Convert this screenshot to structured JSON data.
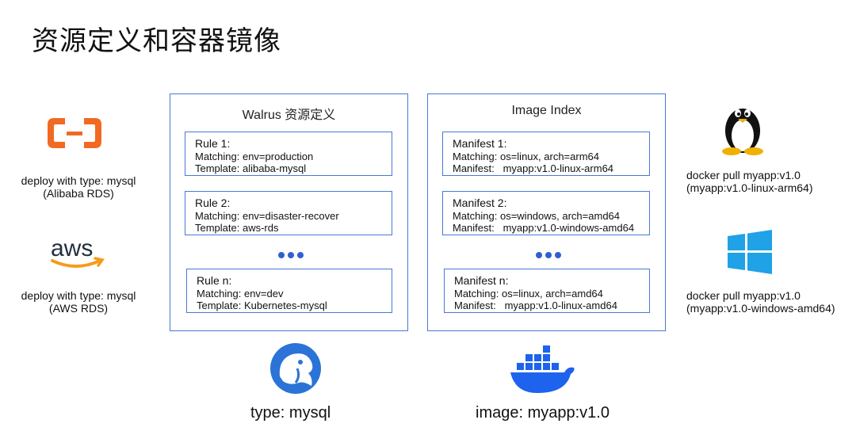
{
  "title": "资源定义和容器镜像",
  "left": {
    "alibaba": {
      "line1": "deploy with type: mysql",
      "line2": "(Alibaba RDS)"
    },
    "aws_logo_text": "aws",
    "aws": {
      "line1": "deploy with type: mysql",
      "line2": "(AWS RDS)"
    }
  },
  "walrus": {
    "title": "Walrus 资源定义",
    "rules": [
      {
        "name": "Rule 1:",
        "matching": "Matching: env=production",
        "template": "Template: alibaba-mysql"
      },
      {
        "name": "Rule 2:",
        "matching": "Matching: env=disaster-recover",
        "template": "Template: aws-rds"
      },
      {
        "name": "Rule n:",
        "matching": "Matching: env=dev",
        "template": "Template: Kubernetes-mysql"
      }
    ],
    "bottom_label": "type: mysql"
  },
  "image_index": {
    "title": "Image Index",
    "manifests": [
      {
        "name": "Manifest 1:",
        "matching": "Matching: os=linux, arch=arm64",
        "manifest": "Manifest:   myapp:v1.0-linux-arm64"
      },
      {
        "name": "Manifest 2:",
        "matching": "Matching: os=windows, arch=amd64",
        "manifest": "Manifest:   myapp:v1.0-windows-amd64"
      },
      {
        "name": "Manifest n:",
        "matching": "Matching: os=linux, arch=amd64",
        "manifest": "Manifest:   myapp:v1.0-linux-amd64"
      }
    ],
    "bottom_label": "image: myapp:v1.0"
  },
  "right": {
    "linux": {
      "line1": "docker pull myapp:v1.0",
      "line2": "(myapp:v1.0-linux-arm64)"
    },
    "windows": {
      "line1": "docker pull myapp:v1.0",
      "line2": "(myapp:v1.0-windows-amd64)"
    }
  },
  "colors": {
    "accent": "#4a78d6",
    "alibaba": "#f06a24",
    "aws_smile": "#f59b1b",
    "windows": "#1fa2e6",
    "walrus": "#2b73d6",
    "docker": "#1d63ed"
  }
}
